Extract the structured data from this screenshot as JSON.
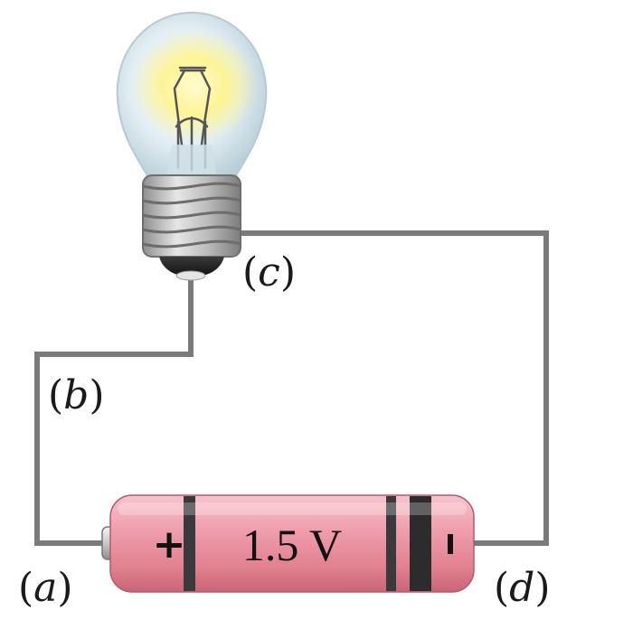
{
  "diagram": {
    "labels": {
      "a": "a",
      "b": "b",
      "c": "c",
      "d": "d"
    },
    "battery": {
      "voltage": "1.5 V",
      "positive_symbol": "+",
      "negative_symbol": "−"
    },
    "colors": {
      "wire": "#7a7a7a",
      "battery_body": "#e98a99",
      "bulb_glass": "#d7e8ef",
      "filament_glow": "#fff27a"
    }
  }
}
